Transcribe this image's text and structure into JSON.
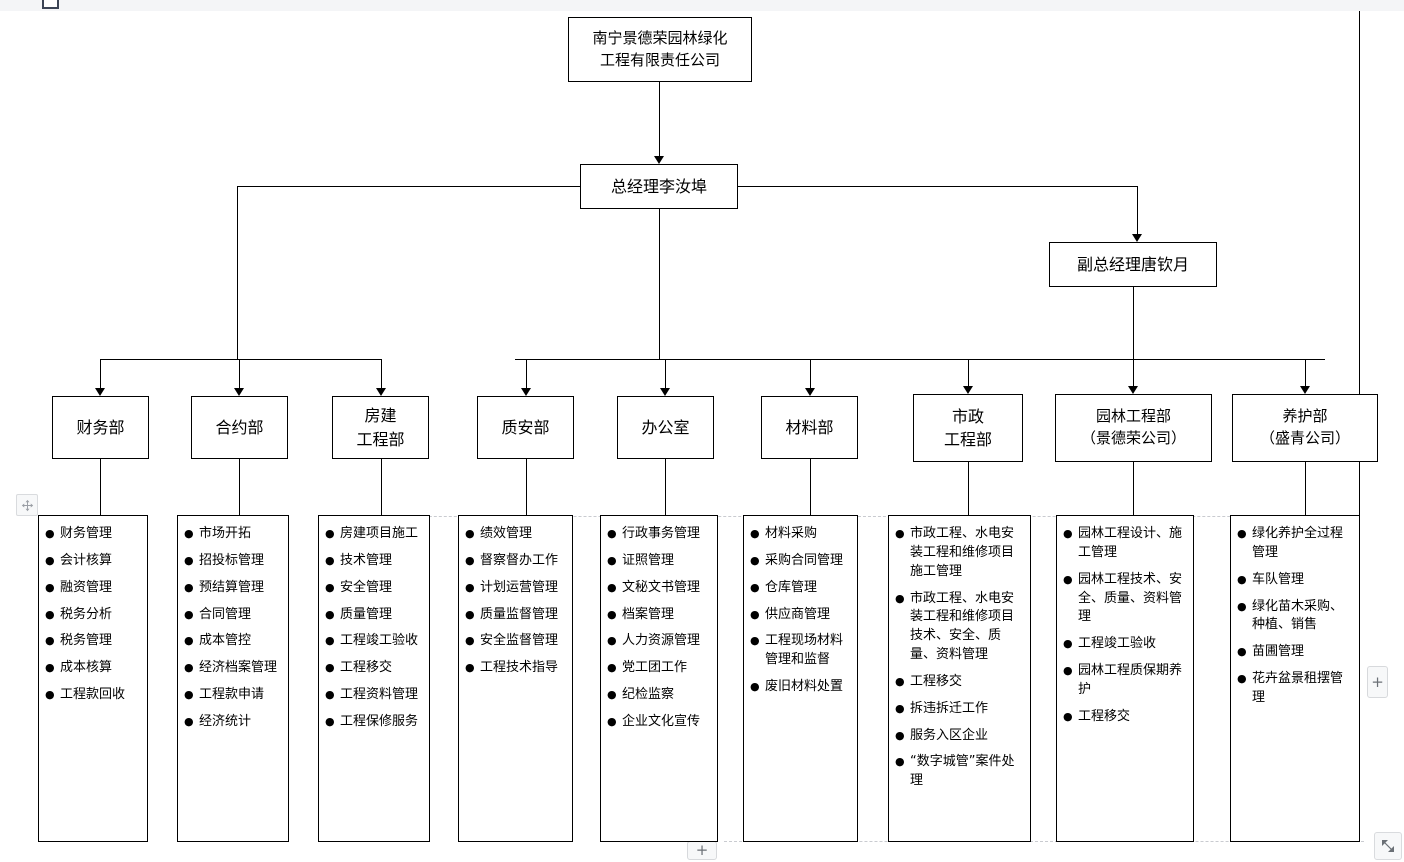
{
  "app": {
    "chrome": {
      "top_handle": "drag-handle",
      "move_handle_icon": "move-icon",
      "add_right_label": "+",
      "add_bottom_label": "+",
      "resize_icon": "resize-corner-icon"
    }
  },
  "chart_data": {
    "type": "diagram",
    "title": "南宁景德荣园林绿化工程有限责任公司组织架构图",
    "diagram_kind": "org-chart",
    "nodes": {
      "company": {
        "lines": [
          "南宁景德荣园林绿化",
          "工程有限责任公司"
        ]
      },
      "general_manager": {
        "lines": [
          "总经理李汝埠"
        ]
      },
      "deputy_manager": {
        "lines": [
          "副总经理唐钦月"
        ]
      }
    },
    "departments": [
      {
        "id": "finance",
        "title_lines": [
          "财务部"
        ],
        "duties": [
          "财务管理",
          "会计核算",
          "融资管理",
          "税务分析",
          "税务管理",
          "成本核算",
          "工程款回收"
        ]
      },
      {
        "id": "contract",
        "title_lines": [
          "合约部"
        ],
        "duties": [
          "市场开拓",
          "招投标管理",
          "预结算管理",
          "合同管理",
          "成本管控",
          "经济档案管理",
          "工程款申请",
          "经济统计"
        ]
      },
      {
        "id": "building-eng",
        "title_lines": [
          "房建",
          "工程部"
        ],
        "duties": [
          "房建项目施工",
          "技术管理",
          "安全管理",
          "质量管理",
          "工程竣工验收",
          "工程移交",
          "工程资料管理",
          "工程保修服务"
        ]
      },
      {
        "id": "quality-safety",
        "title_lines": [
          "质安部"
        ],
        "duties": [
          "绩效管理",
          "督察督办工作",
          "计划运营管理",
          "质量监督管理",
          "安全监督管理",
          "工程技术指导"
        ]
      },
      {
        "id": "office",
        "title_lines": [
          "办公室"
        ],
        "duties": [
          "行政事务管理",
          "证照管理",
          "文秘文书管理",
          "档案管理",
          "人力资源管理",
          "党工团工作",
          "纪检监察",
          "企业文化宣传"
        ]
      },
      {
        "id": "material",
        "title_lines": [
          "材料部"
        ],
        "duties": [
          "材料采购",
          "采购合同管理",
          "仓库管理",
          "供应商管理",
          "工程现场材料管理和监督",
          "废旧材料处置"
        ]
      },
      {
        "id": "municipal-eng",
        "title_lines": [
          "市政",
          "工程部"
        ],
        "duties": [
          "市政工程、水电安装工程和维修项目施工管理",
          "市政工程、水电安装工程和维修项目技术、安全、质量、资料管理",
          "工程移交",
          "拆违拆迁工作",
          "服务入区企业",
          "“数字城管”案件处理"
        ]
      },
      {
        "id": "landscape-eng",
        "title_lines": [
          "园林工程部",
          "（景德荣公司）"
        ],
        "duties": [
          "园林工程设计、施工管理",
          "园林工程技术、安全、质量、资料管理",
          "工程竣工验收",
          "园林工程质保期养护",
          "工程移交"
        ]
      },
      {
        "id": "maintenance",
        "title_lines": [
          "养护部",
          "（盛青公司）"
        ],
        "duties": [
          "绿化养护全过程管理",
          "车队管理",
          "绿化苗木采购、种植、销售",
          "苗圃管理",
          "花卉盆景租摆管理"
        ]
      }
    ],
    "colors": {
      "line": "#000000",
      "box_fill": "#ffffff",
      "text": "#000000"
    }
  }
}
